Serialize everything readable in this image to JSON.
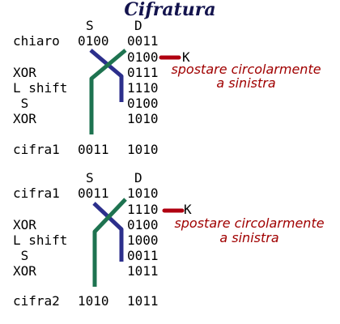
{
  "title": "Cifratura",
  "column_headers": {
    "s": "S",
    "d": "D"
  },
  "round1": {
    "rows": [
      {
        "label": "chiaro",
        "s": "0100",
        "d": "0011"
      },
      {
        "label": "",
        "s": "",
        "d": "0100"
      },
      {
        "label": "XOR",
        "s": "",
        "d": "0111"
      },
      {
        "label": "L shift",
        "s": "",
        "d": "1110"
      },
      {
        "label": " S",
        "s": "",
        "d": "0100"
      },
      {
        "label": "XOR",
        "s": "",
        "d": "1010"
      },
      {
        "label": "cifra1",
        "s": "0011",
        "d": "1010"
      }
    ],
    "key_label": "K",
    "note_line1": "spostare circolarmente",
    "note_line2": "a sinistra"
  },
  "round2": {
    "rows": [
      {
        "label": "cifra1",
        "s": "0011",
        "d": "1010"
      },
      {
        "label": "",
        "s": "",
        "d": "1110"
      },
      {
        "label": "XOR",
        "s": "",
        "d": "0100"
      },
      {
        "label": "L shift",
        "s": "",
        "d": "1000"
      },
      {
        "label": " S",
        "s": "",
        "d": "0011"
      },
      {
        "label": "XOR",
        "s": "",
        "d": "1011"
      },
      {
        "label": "cifra2",
        "s": "1010",
        "d": "1011"
      }
    ],
    "key_label": "K",
    "note_line1": "spostare circolarmente",
    "note_line2": "a sinistra"
  },
  "colors": {
    "green": "#1e7350",
    "blue": "#2c2f8c",
    "red": "#b00010",
    "title": "#13134d"
  }
}
